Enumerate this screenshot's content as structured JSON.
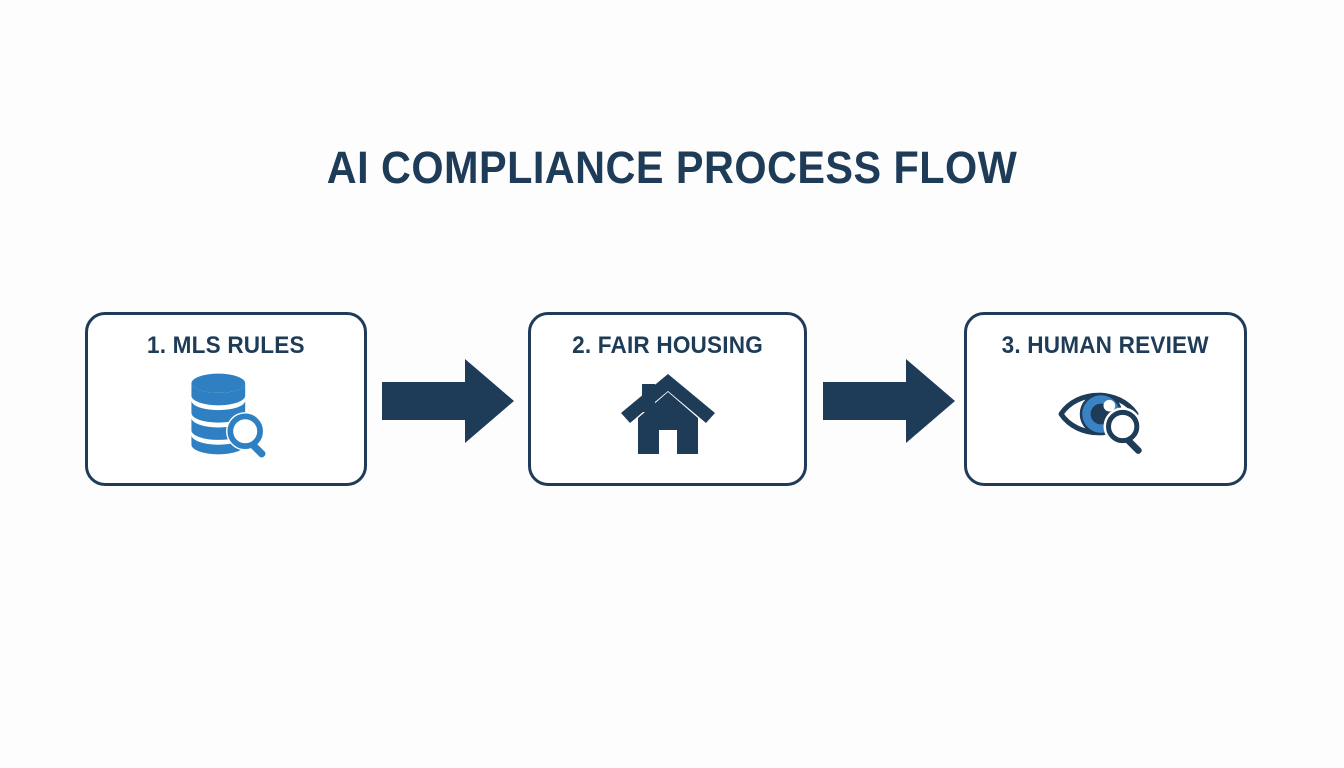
{
  "page": {
    "title": "AI COMPLIANCE PROCESS FLOW",
    "background_color": "#fdfdfd",
    "accent_navy": "#1e3c57",
    "accent_blue": "#2e80c2"
  },
  "flow": {
    "type": "linear-process-flow",
    "direction": "left-to-right",
    "steps": [
      {
        "number": "1.",
        "label": "1. MLS RULES",
        "icon": "database-search-icon",
        "icon_colors": [
          "#2e80c2"
        ]
      },
      {
        "number": "2.",
        "label": "2. FAIR HOUSING",
        "icon": "house-icon",
        "icon_colors": [
          "#1e3c57"
        ]
      },
      {
        "number": "3.",
        "label": "3. HUMAN REVIEW",
        "icon": "eye-search-icon",
        "icon_colors": [
          "#1e3c57",
          "#3b82c4"
        ]
      }
    ],
    "connectors": [
      {
        "from": "1. MLS RULES",
        "to": "2. FAIR HOUSING",
        "icon": "arrow-right-icon"
      },
      {
        "from": "2. FAIR HOUSING",
        "to": "3. HUMAN REVIEW",
        "icon": "arrow-right-icon"
      }
    ]
  }
}
